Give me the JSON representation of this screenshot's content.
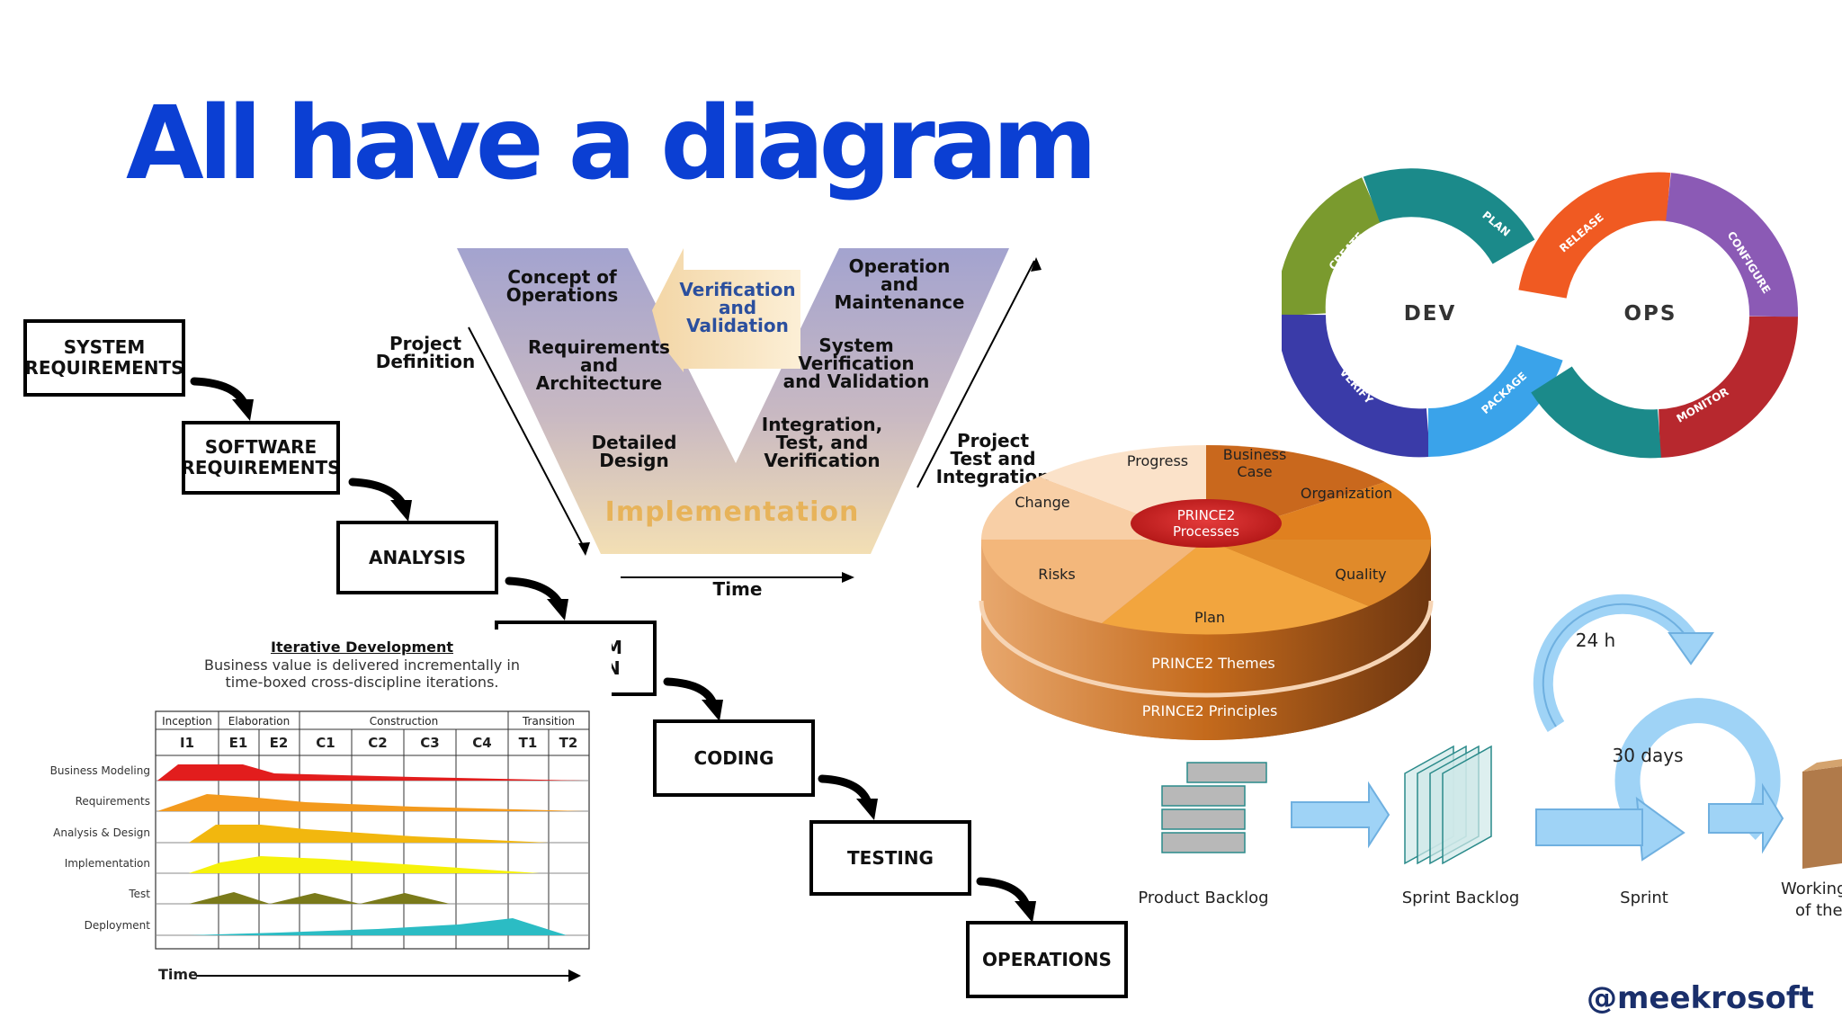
{
  "title": "All have a diagram",
  "handle": "@meekrosoft",
  "waterfall": {
    "steps": [
      "SYSTEM REQUIREMENTS",
      "SOFTWARE REQUIREMENTS",
      "ANALYSIS",
      "PROGRAM DESIGN",
      "CODING",
      "TESTING",
      "OPERATIONS"
    ],
    "visible_labels": [
      "SYSTEM\nREQUIREMENTS",
      "SOFTWARE\nREQUIREMENTS",
      "ANALYSIS",
      "AM\nGN",
      "CODING",
      "TESTING",
      "OPERATIONS"
    ]
  },
  "vmodel": {
    "left": [
      "Concept of\nOperations",
      "Requirements\nand\nArchitecture",
      "Detailed\nDesign"
    ],
    "right": [
      "Operation\nand\nMaintenance",
      "System\nVerification\nand Validation",
      "Integration,\nTest, and\nVerification"
    ],
    "bottom": "Implementation",
    "center": "Verification\nand\nValidation",
    "project_definition": "Project\nDefinition",
    "project_test": "Project\nTest and\nIntegration",
    "time": "Time"
  },
  "devops": {
    "dev": "DEV",
    "ops": "OPS",
    "segments": [
      "CREATE",
      "PLAN",
      "VERIFY",
      "PACKAGE",
      "RELEASE",
      "CONFIGURE",
      "MONITOR"
    ],
    "colors": {
      "create": "#7a9a2e",
      "plan": "#1b8a8a",
      "verify": "#3a3ba8",
      "package": "#3aa3ea",
      "release": "#f05a22",
      "configure": "#8b5ab5",
      "monitor": "#b7282e"
    }
  },
  "prince2": {
    "center": "PRINCE2\nProcesses",
    "themes": [
      "Business\nCase",
      "Organization",
      "Quality",
      "Plan",
      "Risks",
      "Change",
      "Progress"
    ],
    "themes_label": "PRINCE2 Themes",
    "principles_label": "PRINCE2 Principles"
  },
  "iterative": {
    "title": "Iterative Development",
    "subtitle": "Business value is delivered incrementally in\ntime-boxed cross-discipline iterations.",
    "phases": [
      "Inception",
      "Elaboration",
      "Construction",
      "Transition"
    ],
    "iterations": [
      "I1",
      "E1",
      "E2",
      "C1",
      "C2",
      "C3",
      "C4",
      "T1",
      "T2"
    ],
    "disciplines": [
      "Business Modeling",
      "Requirements",
      "Analysis & Design",
      "Implementation",
      "Test",
      "Deployment"
    ],
    "time": "Time"
  },
  "scrum": {
    "daily": "24 h",
    "sprint_len": "30 days",
    "labels": [
      "Product Backlog",
      "Sprint Backlog",
      "Sprint",
      "Working\nof the"
    ]
  }
}
